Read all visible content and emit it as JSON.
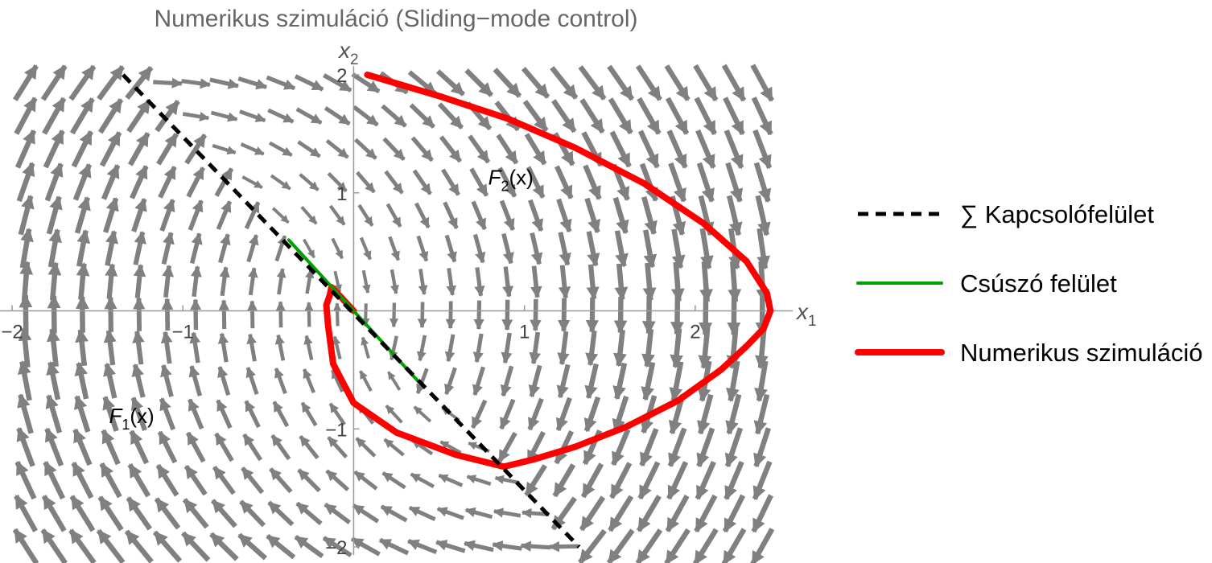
{
  "chart_data": {
    "type": "line",
    "title": "Numerikus szimuláció (Sliding−mode control)",
    "xlabel": {
      "base": "x",
      "sub": "1"
    },
    "ylabel": {
      "base": "x",
      "sub": "2"
    },
    "xlim": [
      -2,
      2.5
    ],
    "ylim": [
      -2,
      2
    ],
    "x_ticks": [
      {
        "value": -2,
        "label": "−2"
      },
      {
        "value": -1,
        "label": "−1"
      },
      {
        "value": 1,
        "label": "1"
      },
      {
        "value": 2,
        "label": "2"
      }
    ],
    "y_ticks": [
      {
        "value": 2,
        "label": "2"
      },
      {
        "value": 1,
        "label": "1"
      },
      {
        "value": -1,
        "label": "−1"
      },
      {
        "value": -2,
        "label": "−2"
      }
    ],
    "grid": false,
    "background": "vector field (stream arrows)",
    "annotations": [
      {
        "text_base": "F",
        "text_sub": "2",
        "text_tail": "(x)",
        "x": 0.92,
        "y": 1.07
      },
      {
        "text_base": "F",
        "text_sub": "1",
        "text_tail": "(x)",
        "x": -1.3,
        "y": -0.95
      }
    ],
    "series": [
      {
        "name": "∑ Kapcsolófelület",
        "style": "dashed",
        "color": "#000000",
        "x": [
          -1.35,
          1.32
        ],
        "y": [
          2.0,
          -2.0
        ]
      },
      {
        "name": "Csúszó felület",
        "style": "solid",
        "color": "#00a000",
        "x": [
          -0.38,
          0.38
        ],
        "y": [
          0.6,
          -0.6
        ]
      },
      {
        "name": "Numerikus szimuláció",
        "style": "solid-thick",
        "color": "#ff0000",
        "x": [
          0.08,
          0.5,
          0.9,
          1.3,
          1.7,
          2.05,
          2.3,
          2.42,
          2.44,
          2.4,
          2.3,
          2.15,
          1.9,
          1.6,
          1.3,
          1.05,
          0.88,
          0.6,
          0.25,
          0.0,
          -0.12,
          -0.15,
          -0.16,
          -0.14,
          -0.13,
          -0.07,
          0.0
        ],
        "y": [
          2.0,
          1.82,
          1.63,
          1.38,
          1.08,
          0.74,
          0.42,
          0.15,
          0.0,
          -0.15,
          -0.3,
          -0.5,
          -0.76,
          -0.98,
          -1.15,
          -1.26,
          -1.32,
          -1.22,
          -1.03,
          -0.78,
          -0.45,
          -0.12,
          0.05,
          0.13,
          0.2,
          0.11,
          0.0
        ]
      }
    ],
    "legend": {
      "placement": "right"
    }
  }
}
